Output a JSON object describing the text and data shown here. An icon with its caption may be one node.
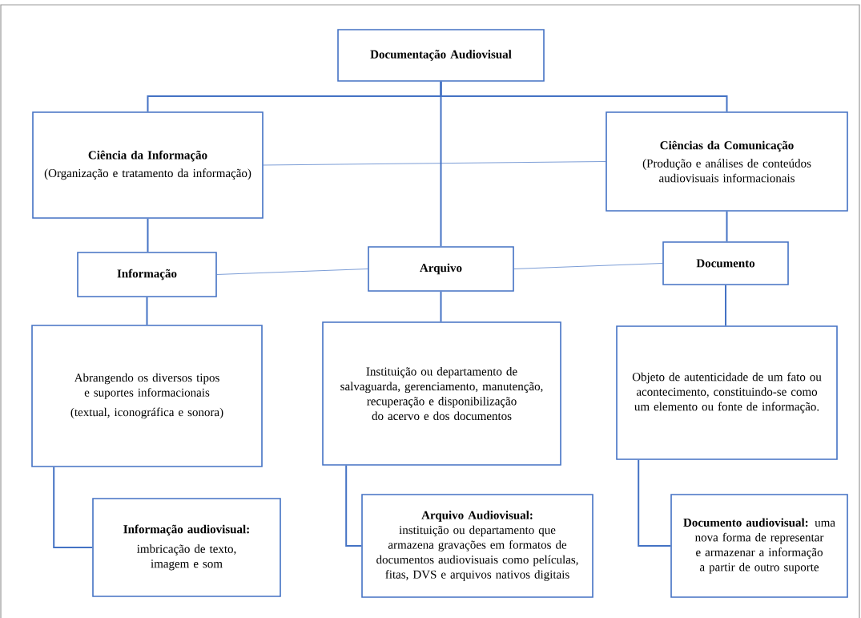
{
  "diagram": {
    "nodes": [
      {
        "text": [
          "Documentação Audiovisual"
        ]
      },
      {
        "text": [
          "Ciência da Informação",
          "(Organização e tratamento da informação)"
        ]
      },
      {
        "text": [
          "Ciências da Comunicação",
          "(Produção e análises de conteúdos audiovisuais informacionais"
        ]
      },
      {
        "text": [
          "Informação"
        ]
      },
      {
        "text": [
          "Arquivo"
        ]
      },
      {
        "text": [
          "Documento"
        ]
      },
      {
        "text": [
          "Abrangendo os diversos tipos e suportes informacionais",
          "(textual, iconográfica e sonora)"
        ]
      },
      {
        "text": [
          "Instituição ou departamento de salvaguarda, gerenciamento, manutenção, recuperação e disponibilização do acervo e dos documentos"
        ]
      },
      {
        "text": [
          "Objeto de autenticidade  de um fato ou acontecimento, constituindo-se como um elemento ou fonte de informação."
        ]
      },
      {
        "text": [
          "Informação audiovisual:",
          "imbricação de texto, imagem e som"
        ]
      },
      {
        "text": [
          "Arquivo  Audiovisual:",
          "instituição ou departamento que armazena gravações em formatos de documentos audiovisuais como películas, fitas, DVS e arquivos nativos digitais"
        ]
      },
      {
        "text": [
          "**Documento audiovisual:**  uma nova forma de representar e armazenar a informação a partir de outro suporte"
        ]
      }
    ],
    "edges": [
      {
        "from": 0,
        "to": 1,
        "arrow": "none"
      },
      {
        "from": 0,
        "to": 2,
        "arrow": "none"
      },
      {
        "from": 0,
        "to": 4,
        "arrow": "none"
      },
      {
        "from": 1,
        "to": 2,
        "arrow": "none"
      },
      {
        "from": 1,
        "to": 3,
        "arrow": "none"
      },
      {
        "from": 3,
        "to": 4,
        "arrow": "none"
      },
      {
        "from": 4,
        "to": 5,
        "arrow": "none"
      },
      {
        "from": 2,
        "to": 5,
        "arrow": "none"
      },
      {
        "from": 3,
        "to": 6,
        "arrow": "none"
      },
      {
        "from": 4,
        "to": 7,
        "arrow": "none"
      },
      {
        "from": 5,
        "to": 8,
        "arrow": "none"
      },
      {
        "from": 6,
        "to": 9,
        "arrow": "none"
      },
      {
        "from": 7,
        "to": 10,
        "arrow": "none"
      },
      {
        "from": 8,
        "to": 11,
        "arrow": "none"
      }
    ]
  }
}
